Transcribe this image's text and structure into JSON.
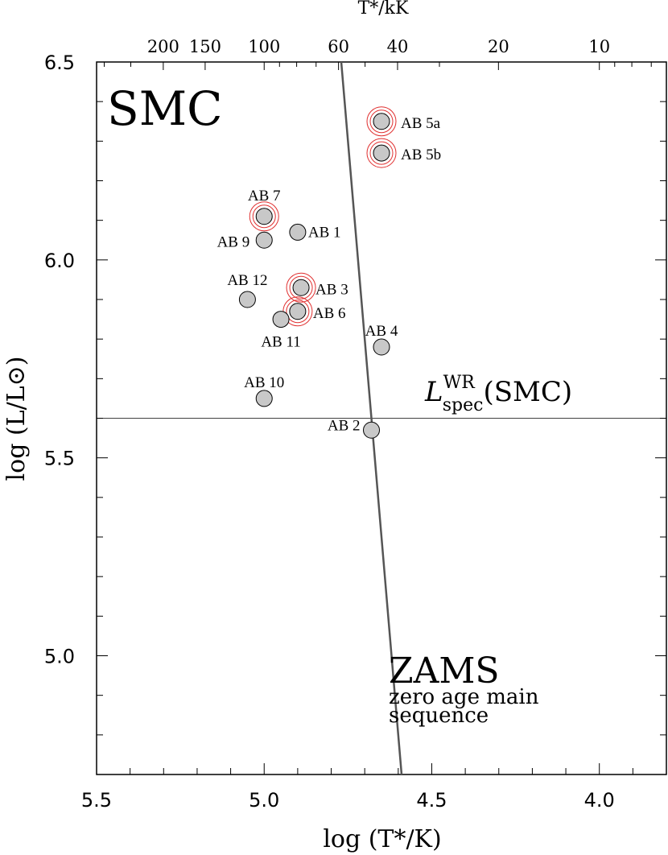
{
  "chart_data": {
    "type": "scatter",
    "title": "SMC",
    "xlabel": "log (T*/K)",
    "ylabel": "log (L/L⊙)",
    "top_xlabel": "T*/kK",
    "x_reversed": true,
    "xlim": [
      5.5,
      3.8
    ],
    "ylim": [
      4.7,
      6.5
    ],
    "x_ticks": [
      {
        "value": 5.5,
        "label": "5.5"
      },
      {
        "value": 5.0,
        "label": "5.0"
      },
      {
        "value": 4.5,
        "label": "4.5"
      },
      {
        "value": 4.0,
        "label": "4.0"
      }
    ],
    "y_ticks": [
      {
        "value": 5.0,
        "label": "5.0"
      },
      {
        "value": 5.5,
        "label": "5.5"
      },
      {
        "value": 6.0,
        "label": "6.0"
      },
      {
        "value": 6.5,
        "label": "6.5"
      }
    ],
    "top_ticks": [
      {
        "value": 200,
        "label": "200"
      },
      {
        "value": 150,
        "label": "150"
      },
      {
        "value": 100,
        "label": "100"
      },
      {
        "value": 60,
        "label": "60"
      },
      {
        "value": 40,
        "label": "40"
      },
      {
        "value": 20,
        "label": "20"
      },
      {
        "value": 10,
        "label": "10"
      }
    ],
    "points": [
      {
        "name": "AB 5a",
        "x": 4.65,
        "y": 6.35,
        "ring": true
      },
      {
        "name": "AB 5b",
        "x": 4.65,
        "y": 6.27,
        "ring": true
      },
      {
        "name": "AB 7",
        "x": 5.0,
        "y": 6.11,
        "ring": true
      },
      {
        "name": "AB 9",
        "x": 5.0,
        "y": 6.05,
        "ring": false
      },
      {
        "name": "AB 1",
        "x": 4.9,
        "y": 6.07,
        "ring": false
      },
      {
        "name": "AB 12",
        "x": 5.05,
        "y": 5.9,
        "ring": false
      },
      {
        "name": "AB 3",
        "x": 4.89,
        "y": 5.93,
        "ring": true
      },
      {
        "name": "AB 6",
        "x": 4.9,
        "y": 5.87,
        "ring": true
      },
      {
        "name": "AB 11",
        "x": 4.95,
        "y": 5.85,
        "ring": false
      },
      {
        "name": "AB 4",
        "x": 4.65,
        "y": 5.78,
        "ring": false
      },
      {
        "name": "AB 10",
        "x": 5.0,
        "y": 5.65,
        "ring": false
      },
      {
        "name": "AB 2",
        "x": 4.68,
        "y": 5.57,
        "ring": false
      }
    ],
    "zams_line": {
      "x": [
        4.77,
        4.59
      ],
      "y": [
        6.5,
        4.7
      ]
    },
    "spec_line": {
      "y": 5.6
    },
    "annotations": {
      "zams_title": "ZAMS",
      "zams_line1": "zero age main",
      "zams_line2": "sequence",
      "lspec_main": "L",
      "lspec_sup": "WR",
      "lspec_sub": "spec",
      "lspec_tail": "(SMC)"
    },
    "colors": {
      "marker_fill": "#c8c8c8",
      "ring": "#e03030",
      "zams": "#555555"
    }
  }
}
